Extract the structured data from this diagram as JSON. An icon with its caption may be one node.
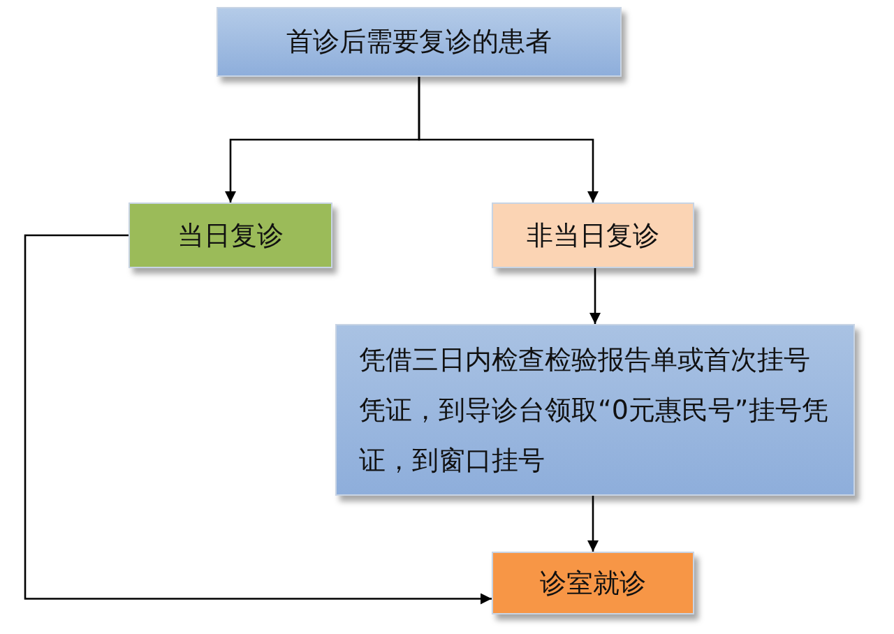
{
  "diagram": {
    "nodes": [
      {
        "text": [
          "首诊后需要复诊的患者"
        ]
      },
      {
        "text": [
          "当日复诊"
        ]
      },
      {
        "text": [
          "非当日复诊"
        ]
      },
      {
        "text": [
          "凭借三日内检查检验报告单或首次挂号凭证，到导诊台领取“0元惠民号”挂号凭证，到窗口挂号"
        ]
      },
      {
        "text": [
          "诊室就诊"
        ]
      }
    ],
    "edges": [
      {
        "from": 0,
        "to": 1,
        "arrow": "to"
      },
      {
        "from": 0,
        "to": 2,
        "arrow": "to"
      },
      {
        "from": 2,
        "to": 3,
        "arrow": "to"
      },
      {
        "from": 3,
        "to": 4,
        "arrow": "to"
      },
      {
        "from": 1,
        "to": 4,
        "arrow": "to"
      }
    ]
  }
}
